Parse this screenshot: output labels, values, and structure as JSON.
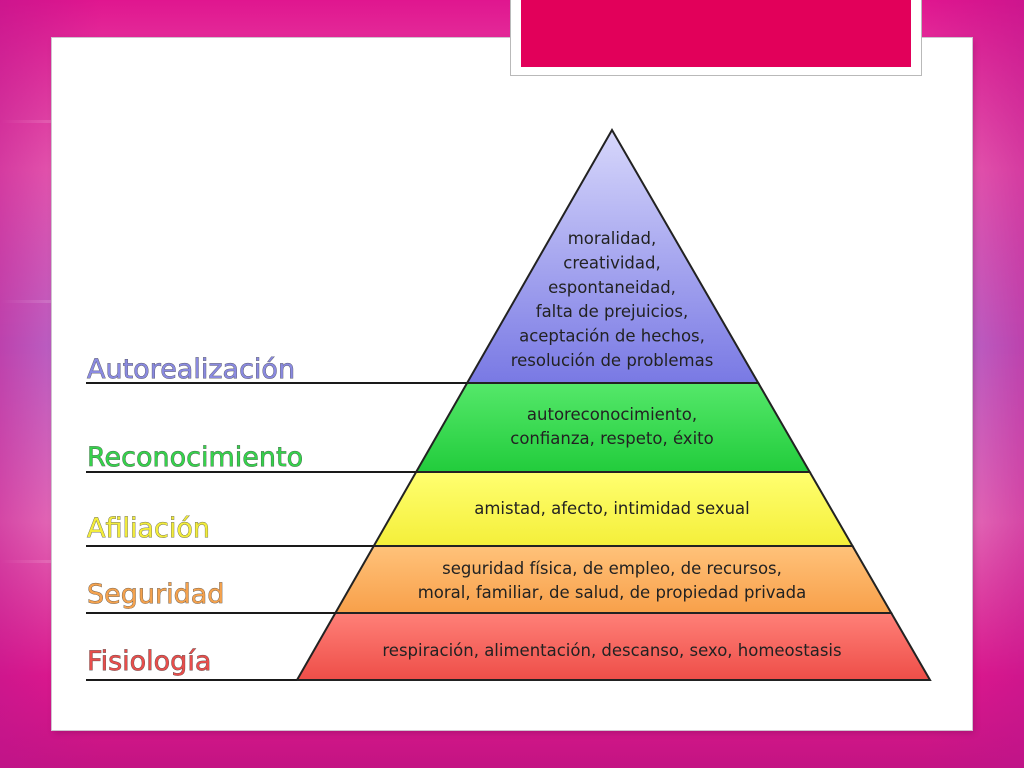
{
  "pyramid": {
    "tiers": [
      {
        "name": "Autorealización",
        "description": [
          "moralidad,",
          "creatividad,",
          "espontaneidad,",
          "falta de prejuicios,",
          "aceptación de hechos,",
          "resolución de problemas"
        ],
        "fill_top": "#d7d7fb",
        "fill_bottom": "#7979e4",
        "label_color": "#8a8ae0"
      },
      {
        "name": "Reconocimiento",
        "description": [
          "autoreconocimiento,",
          "confianza, respeto, éxito"
        ],
        "fill_top": "#55e86a",
        "fill_bottom": "#22cc3c",
        "label_color": "#36d24c"
      },
      {
        "name": "Afiliación",
        "description": [
          "amistad, afecto, intimidad sexual"
        ],
        "fill_top": "#ffff70",
        "fill_bottom": "#f4ef3a",
        "label_color": "#f2ec3c"
      },
      {
        "name": "Seguridad",
        "description": [
          "seguridad física, de empleo, de recursos,",
          "moral, familiar, de salud, de propiedad privada"
        ],
        "fill_top": "#ffc27a",
        "fill_bottom": "#f8a04a",
        "label_color": "#f4a24e"
      },
      {
        "name": "Fisiología",
        "description": [
          "respiración, alimentación, descanso, sexo, homeostasis"
        ],
        "fill_top": "#ff8078",
        "fill_bottom": "#ee4e48",
        "label_color": "#e84e4c"
      }
    ]
  }
}
